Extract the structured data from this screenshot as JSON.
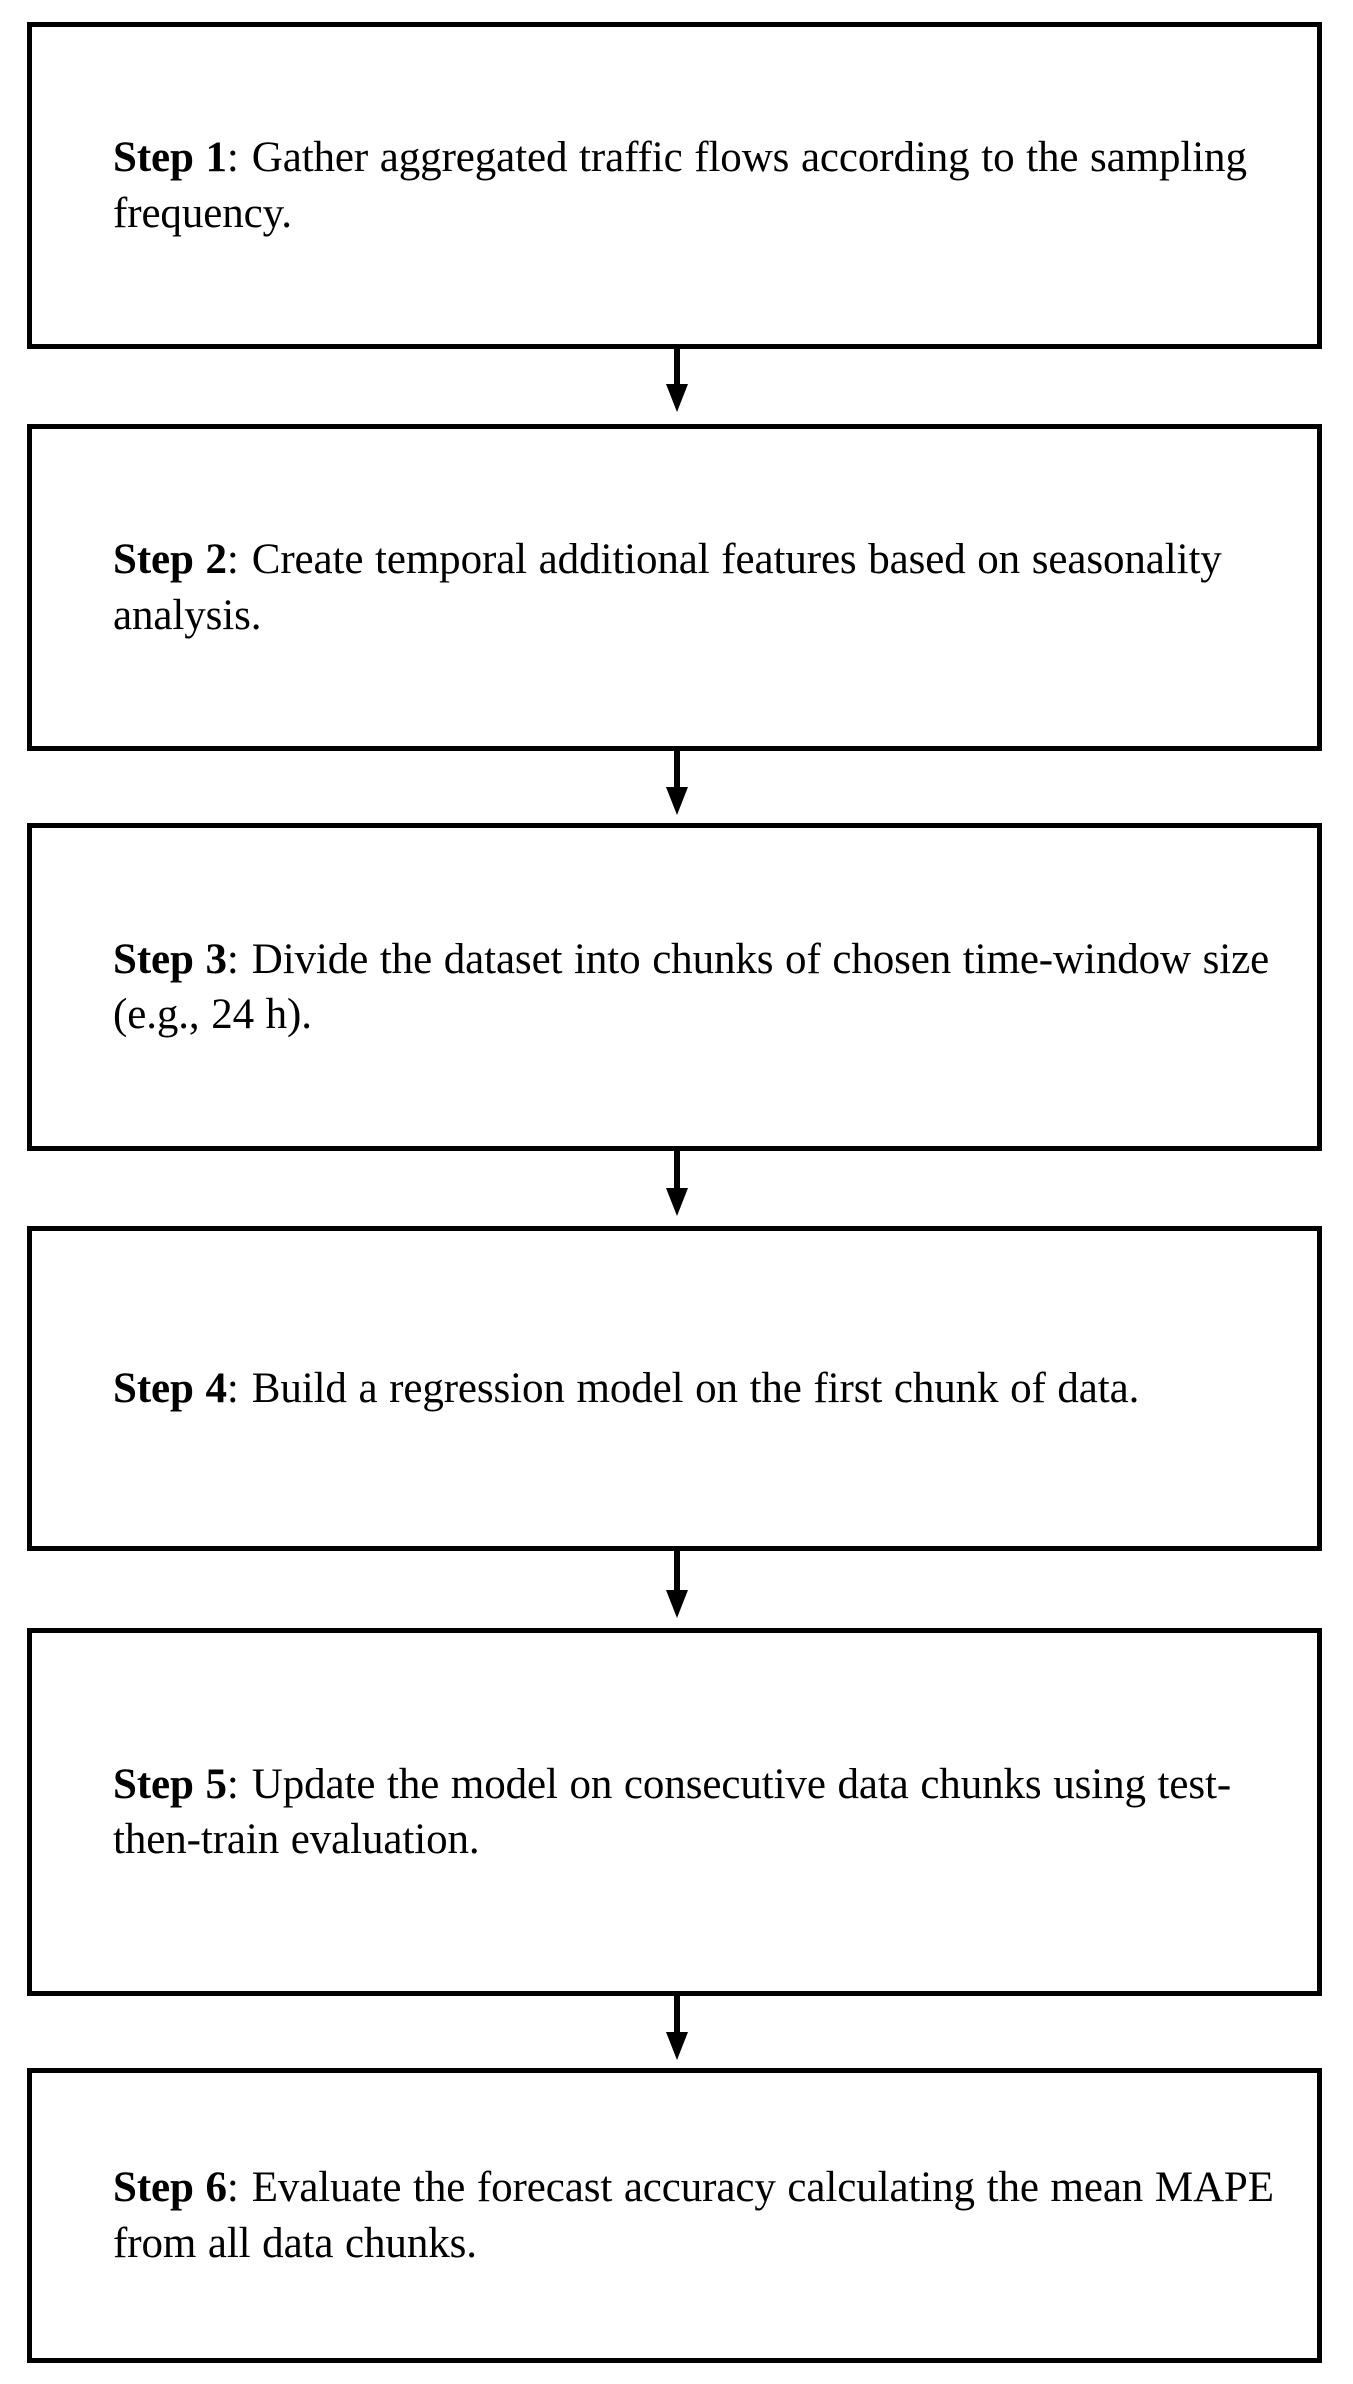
{
  "diagram": {
    "type": "vertical-flowchart",
    "orientation": "top-to-bottom",
    "background_color": "#ffffff",
    "border_color": "#000000",
    "text_color": "#000000",
    "connector": "downward-arrow",
    "step_count": 6,
    "steps": [
      {
        "id": "step-1",
        "label": "Step 1",
        "separator": ":",
        "text": "Gather aggregated traffic flows according to the sampling frequency."
      },
      {
        "id": "step-2",
        "label": "Step 2",
        "separator": ":",
        "text": "Create temporal additional features based on seasonality analysis."
      },
      {
        "id": "step-3",
        "label": "Step 3",
        "separator": ":",
        "text": "Divide the dataset into chunks of chosen time-window size (e.g., 24 h)."
      },
      {
        "id": "step-4",
        "label": "Step 4",
        "separator": ":",
        "text": "Build a regression model on the first chunk of data."
      },
      {
        "id": "step-5",
        "label": "Step 5",
        "separator": ":",
        "text": "Update the model on consecutive data chunks using test-then-train evaluation."
      },
      {
        "id": "step-6",
        "label": "Step 6",
        "separator": ":",
        "text": "Evaluate the forecast accuracy calculating the mean MAPE from all data chunks."
      }
    ],
    "arrows": [
      {
        "id": "arrow-1",
        "from": "step-1",
        "to": "step-2",
        "direction": "down"
      },
      {
        "id": "arrow-2",
        "from": "step-2",
        "to": "step-3",
        "direction": "down"
      },
      {
        "id": "arrow-3",
        "from": "step-3",
        "to": "step-4",
        "direction": "down"
      },
      {
        "id": "arrow-4",
        "from": "step-4",
        "to": "step-5",
        "direction": "down"
      },
      {
        "id": "arrow-5",
        "from": "step-5",
        "to": "step-6",
        "direction": "down"
      }
    ]
  }
}
